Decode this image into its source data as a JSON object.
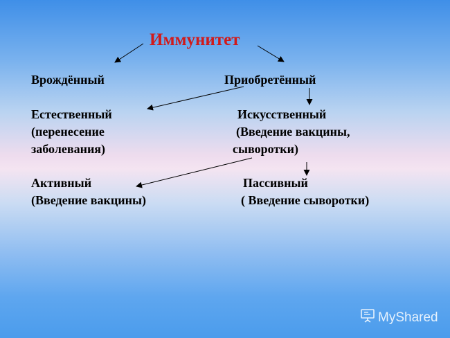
{
  "title": "Иммунитет",
  "nodes": {
    "innate": "Врождённый",
    "acquired": "Приобретённый",
    "natural": "Естественный",
    "natural_note_1": "(перенесение",
    "natural_note_2": "заболевания)",
    "artificial": "Искусственный",
    "artificial_note_1": "(Введение вакцины,",
    "artificial_note_2": "сыворотки)",
    "active": "Активный",
    "active_note": "(Введение вакцины)",
    "passive": "Пассивный",
    "passive_note": "( Введение сыворотки)"
  },
  "watermark": {
    "text": "MyShared",
    "icon": "projector-screen-icon"
  },
  "colors": {
    "title": "#d11a1a",
    "text": "#000000"
  }
}
